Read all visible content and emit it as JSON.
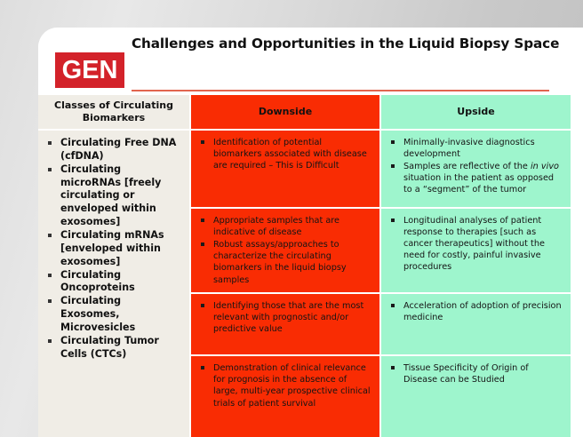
{
  "slide": {
    "logo_text": "GEN",
    "title": "Challenges and Opportunities in the Liquid Biopsy Space"
  },
  "colors": {
    "downside_bg": "#f92c03",
    "upside_bg": "#9ef5cd",
    "classes_bg": "#f0ede6",
    "logo_bg": "#d3222a",
    "title_rule": "#e2654f"
  },
  "table": {
    "headers": {
      "classes": "Classes of Circulating Biomarkers",
      "downside": "Downside",
      "upside": "Upside"
    },
    "classes_items": [
      "Circulating Free DNA (cfDNA)",
      "Circulating microRNAs [freely circulating or enveloped within exosomes]",
      "Circulating mRNAs [enveloped within exosomes]",
      "Circulating Oncoproteins",
      "Circulating Exosomes, Microvesicles",
      "Circulating Tumor Cells (CTCs)"
    ],
    "rows": [
      {
        "downside": [
          "Identification of potential biomarkers associated with disease are required – This is Difficult"
        ],
        "upside": [
          "Minimally-invasive diagnostics development",
          "Samples are reflective of the in vivo situation in the patient as opposed to a “segment” of the tumor"
        ],
        "upside_italic": "in vivo"
      },
      {
        "downside": [
          "Appropriate samples that are indicative of disease",
          "Robust assays/approaches to characterize the circulating biomarkers in the liquid biopsy samples"
        ],
        "upside": [
          "Longitudinal analyses of patient response to therapies [such as cancer therapeutics] without the need for costly, painful invasive procedures"
        ]
      },
      {
        "downside": [
          "Identifying those that are the most relevant with prognostic and/or predictive value"
        ],
        "upside": [
          "Acceleration of adoption of precision medicine"
        ]
      },
      {
        "downside": [
          "Demonstration of clinical relevance for prognosis in the absence of large, multi-year prospective clinical trials of patient survival"
        ],
        "upside": [
          "Tissue Specificity of Origin of Disease can be Studied"
        ]
      }
    ]
  }
}
